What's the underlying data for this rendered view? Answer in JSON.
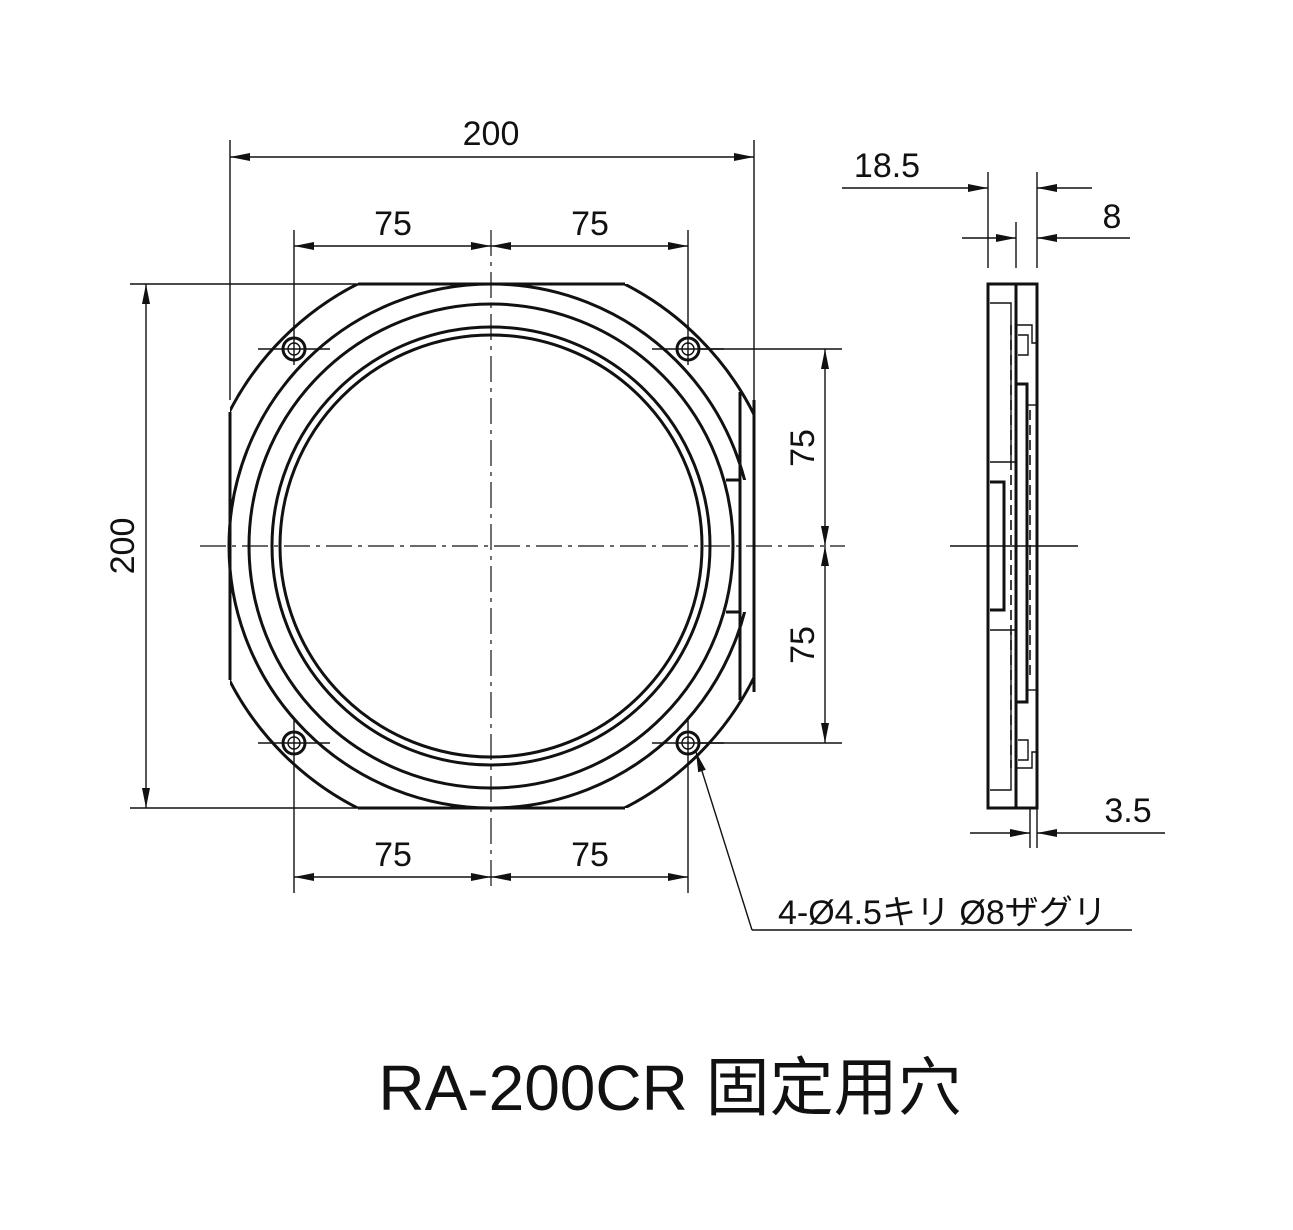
{
  "drawing": {
    "title": "RA-200CR 固定用穴",
    "dimensions": {
      "overall_width": "200",
      "overall_height": "200",
      "top_left_pitch": "75",
      "top_right_pitch": "75",
      "bottom_left_pitch": "75",
      "bottom_right_pitch": "75",
      "right_upper_pitch": "75",
      "right_lower_pitch": "75",
      "side_thickness": "18.5",
      "side_step": "8",
      "side_bottom": "3.5"
    },
    "hole_note": "4-Ø4.5キリ Ø8ザグリ"
  }
}
